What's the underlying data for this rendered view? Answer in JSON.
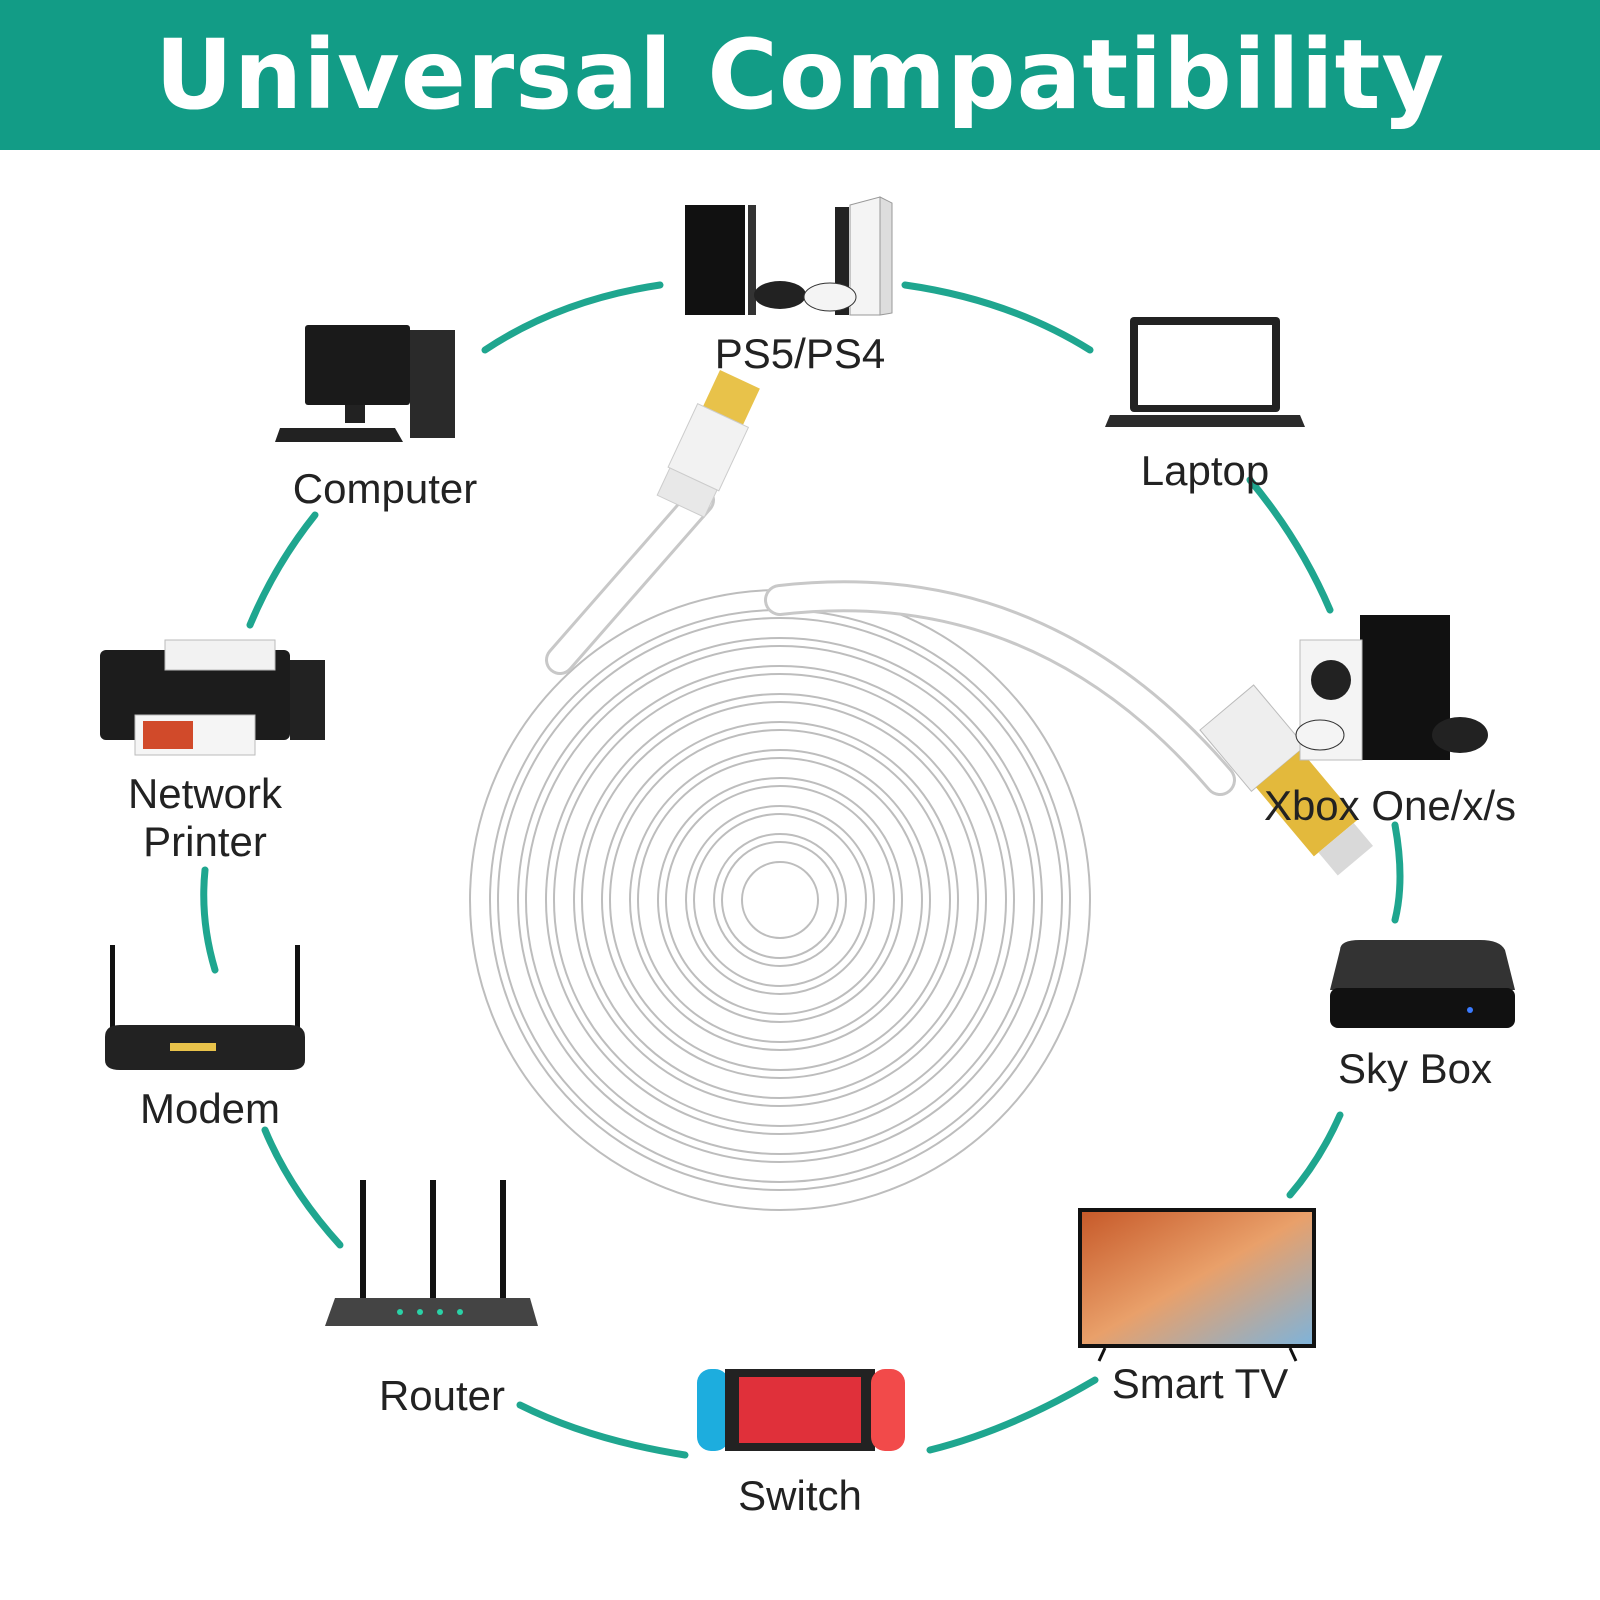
{
  "header": {
    "title": "Universal Compatibility"
  },
  "colors": {
    "banner": "#129c86",
    "arc": "#1fa68f",
    "text": "#222222"
  },
  "devices": [
    {
      "label": "PS5/PS4",
      "icon": "game-console-icon"
    },
    {
      "label": "Laptop",
      "icon": "laptop-icon"
    },
    {
      "label": "Xbox One/x/s",
      "icon": "xbox-console-icon"
    },
    {
      "label": "Sky Box",
      "icon": "media-box-icon"
    },
    {
      "label": "Smart TV",
      "icon": "tv-icon"
    },
    {
      "label": "Switch",
      "icon": "handheld-console-icon"
    },
    {
      "label": "Router",
      "icon": "router-icon"
    },
    {
      "label": "Modem",
      "icon": "modem-icon"
    },
    {
      "label_lines": [
        "Network",
        "Printer"
      ],
      "icon": "printer-icon"
    },
    {
      "label": "Computer",
      "icon": "desktop-computer-icon"
    }
  ],
  "cable": {
    "color": "white",
    "connector_color": "gold"
  }
}
